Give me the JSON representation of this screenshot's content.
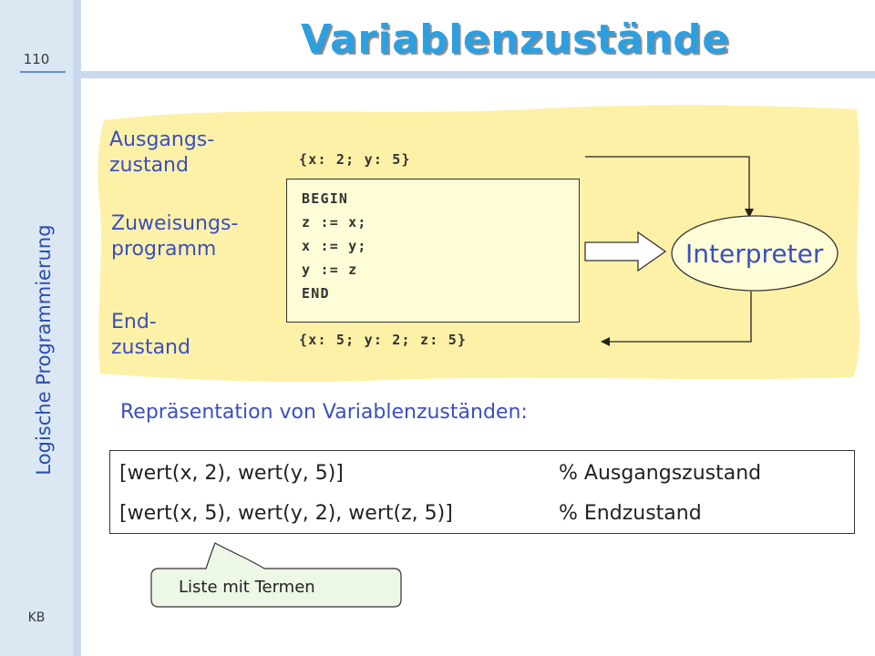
{
  "slide": {
    "title": "Variablenzustände",
    "page_number": "110",
    "side_title": "Logische Programmierung",
    "author": "KB"
  },
  "diagram": {
    "labels": {
      "start": [
        "Ausgangs-",
        "zustand"
      ],
      "program": [
        "Zuweisungs-",
        "programm"
      ],
      "end": [
        "End-",
        "zustand"
      ]
    },
    "start_state": "{x: 2; y: 5}",
    "program_lines": [
      "BEGIN",
      "z := x;",
      "x := y;",
      "y := z",
      "END"
    ],
    "end_state": "{x: 5; y: 2; z: 5}",
    "interpreter": "Interpreter",
    "colors": {
      "background_blob": "#fdf1a8",
      "code_box": "#fffdd8",
      "interpreter_fill": "#fffdd8"
    }
  },
  "representation": {
    "heading": "Repräsentation von Variablenzuständen:",
    "rows": [
      {
        "term": "[wert(x, 2), wert(y, 5)]",
        "comment": "% Ausgangszustand"
      },
      {
        "term": "[wert(x, 5), wert(y, 2), wert(z, 5)]",
        "comment": "% Endzustand"
      }
    ],
    "callout": "Liste mit Termen"
  }
}
